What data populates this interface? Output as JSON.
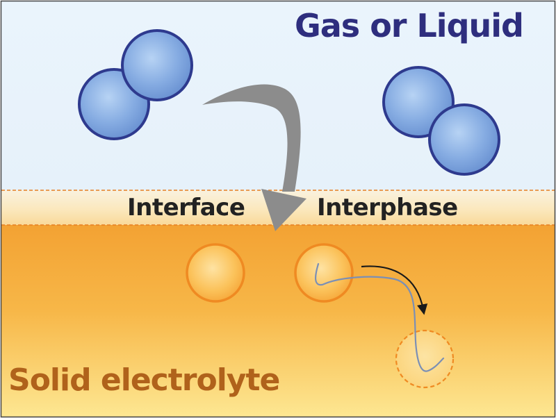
{
  "labels": {
    "gas_phase": "Gas or Liquid",
    "solid_phase": "Solid electrolyte",
    "interface": "Interface",
    "interphase": "Interphase"
  },
  "colors": {
    "gas_background": "#e8f3fb",
    "molecule_fill": "#7ba3dd",
    "molecule_stroke": "#2e3a8e",
    "gas_label": "#2e2e7e",
    "solid_background": "#f4a93c",
    "solid_label": "#b0621b",
    "particle_fill": "#fbb94a",
    "particle_stroke": "#ef8a22",
    "dashed_boundary": "#e67e22",
    "arrow_gray": "#8a8a8a",
    "path_line": "#7b8fb5",
    "small_arrow": "#1a1a1a",
    "text_dark": "#222222"
  },
  "icons": {
    "gas_molecule": "diatomic-molecule-icon",
    "solid_particle": "particle-icon",
    "migrated_particle": "dashed-particle-icon"
  }
}
